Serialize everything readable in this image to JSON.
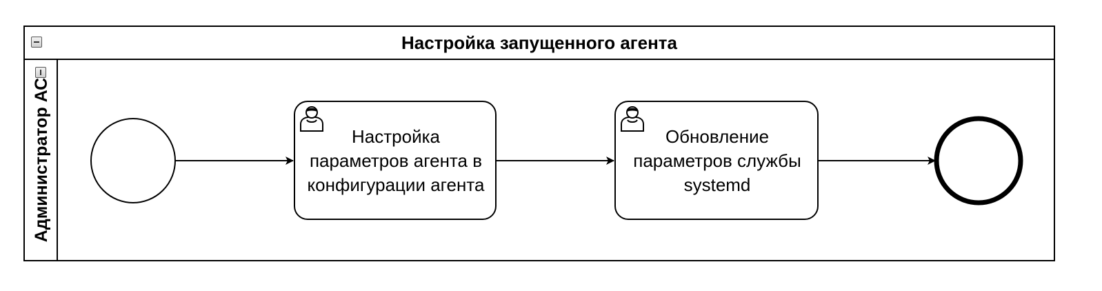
{
  "pool": {
    "title": "Настройка запущенного агента"
  },
  "lane": {
    "title": "Администратор АС"
  },
  "tasks": [
    {
      "type": "user-task",
      "icon": "user-icon",
      "label": "Настройка параметров агента в конфигурации агента"
    },
    {
      "type": "user-task",
      "icon": "user-icon",
      "label": "Обновление параметров службы systemd"
    }
  ],
  "events": {
    "start": "start-event",
    "end": "end-event"
  },
  "colors": {
    "stroke": "#000000",
    "fill": "#ffffff",
    "button": "#cfcfcf"
  }
}
